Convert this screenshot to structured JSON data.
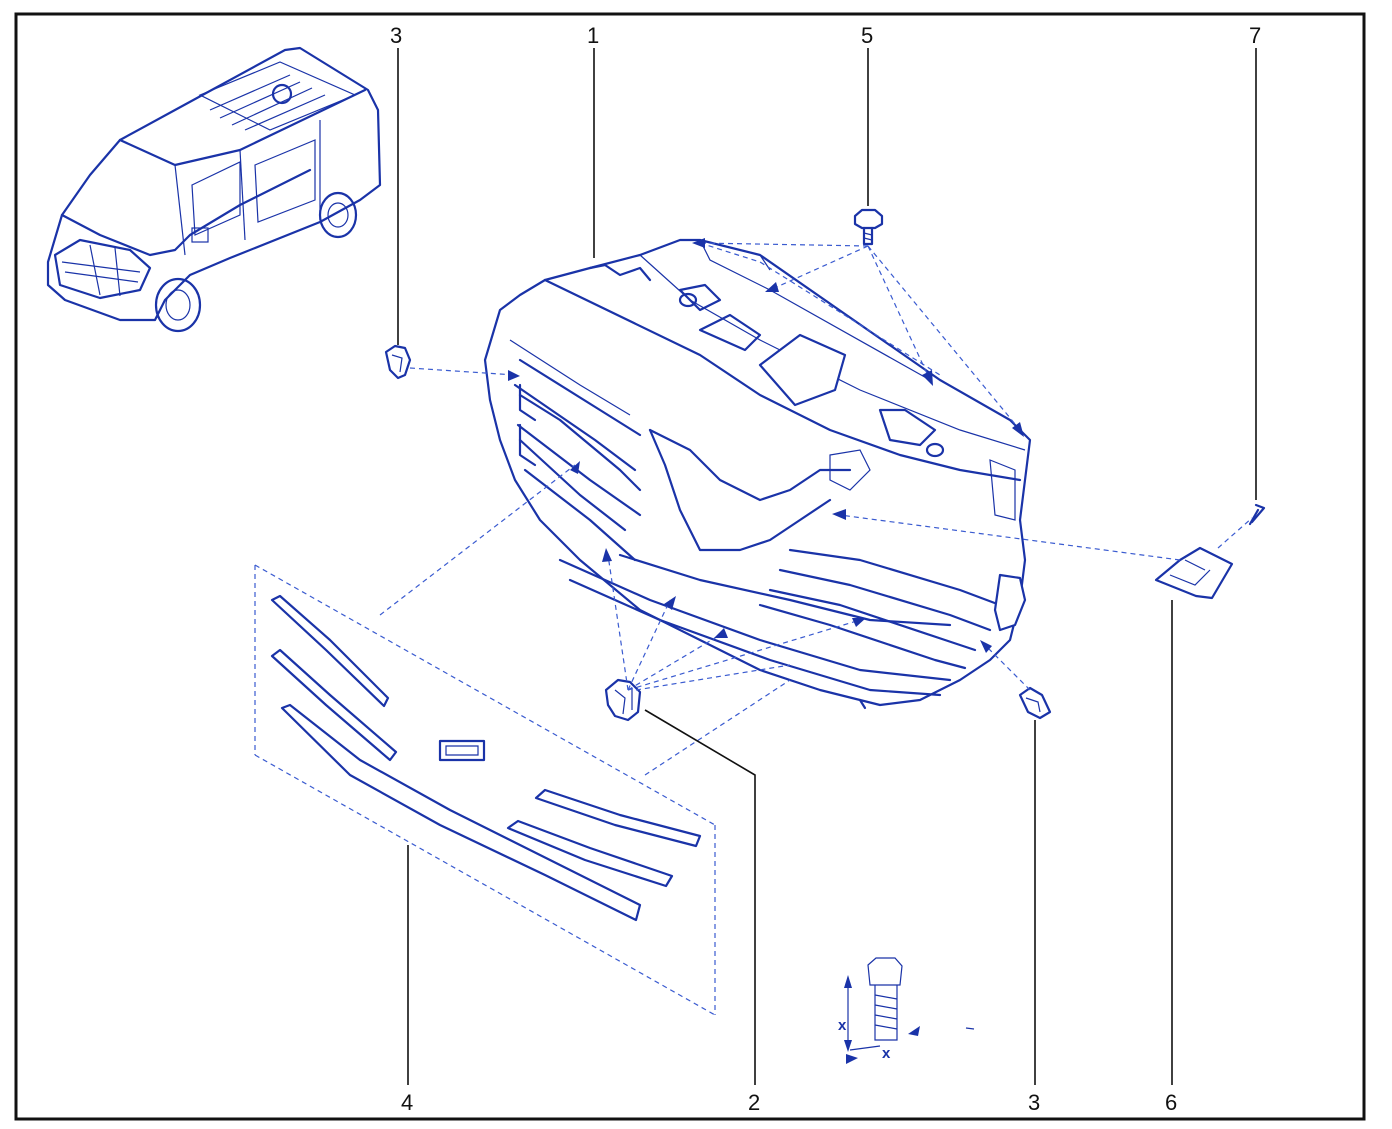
{
  "callouts": {
    "c1": "1",
    "c2": "2",
    "c3a": "3",
    "c3b": "3",
    "c4": "4",
    "c5": "5",
    "c6": "6",
    "c7": "7"
  },
  "dimension_label": {
    "x1": "x",
    "x2": "x"
  },
  "colors": {
    "line": "#1a33a8",
    "text": "#111111",
    "frame": "#111111"
  }
}
